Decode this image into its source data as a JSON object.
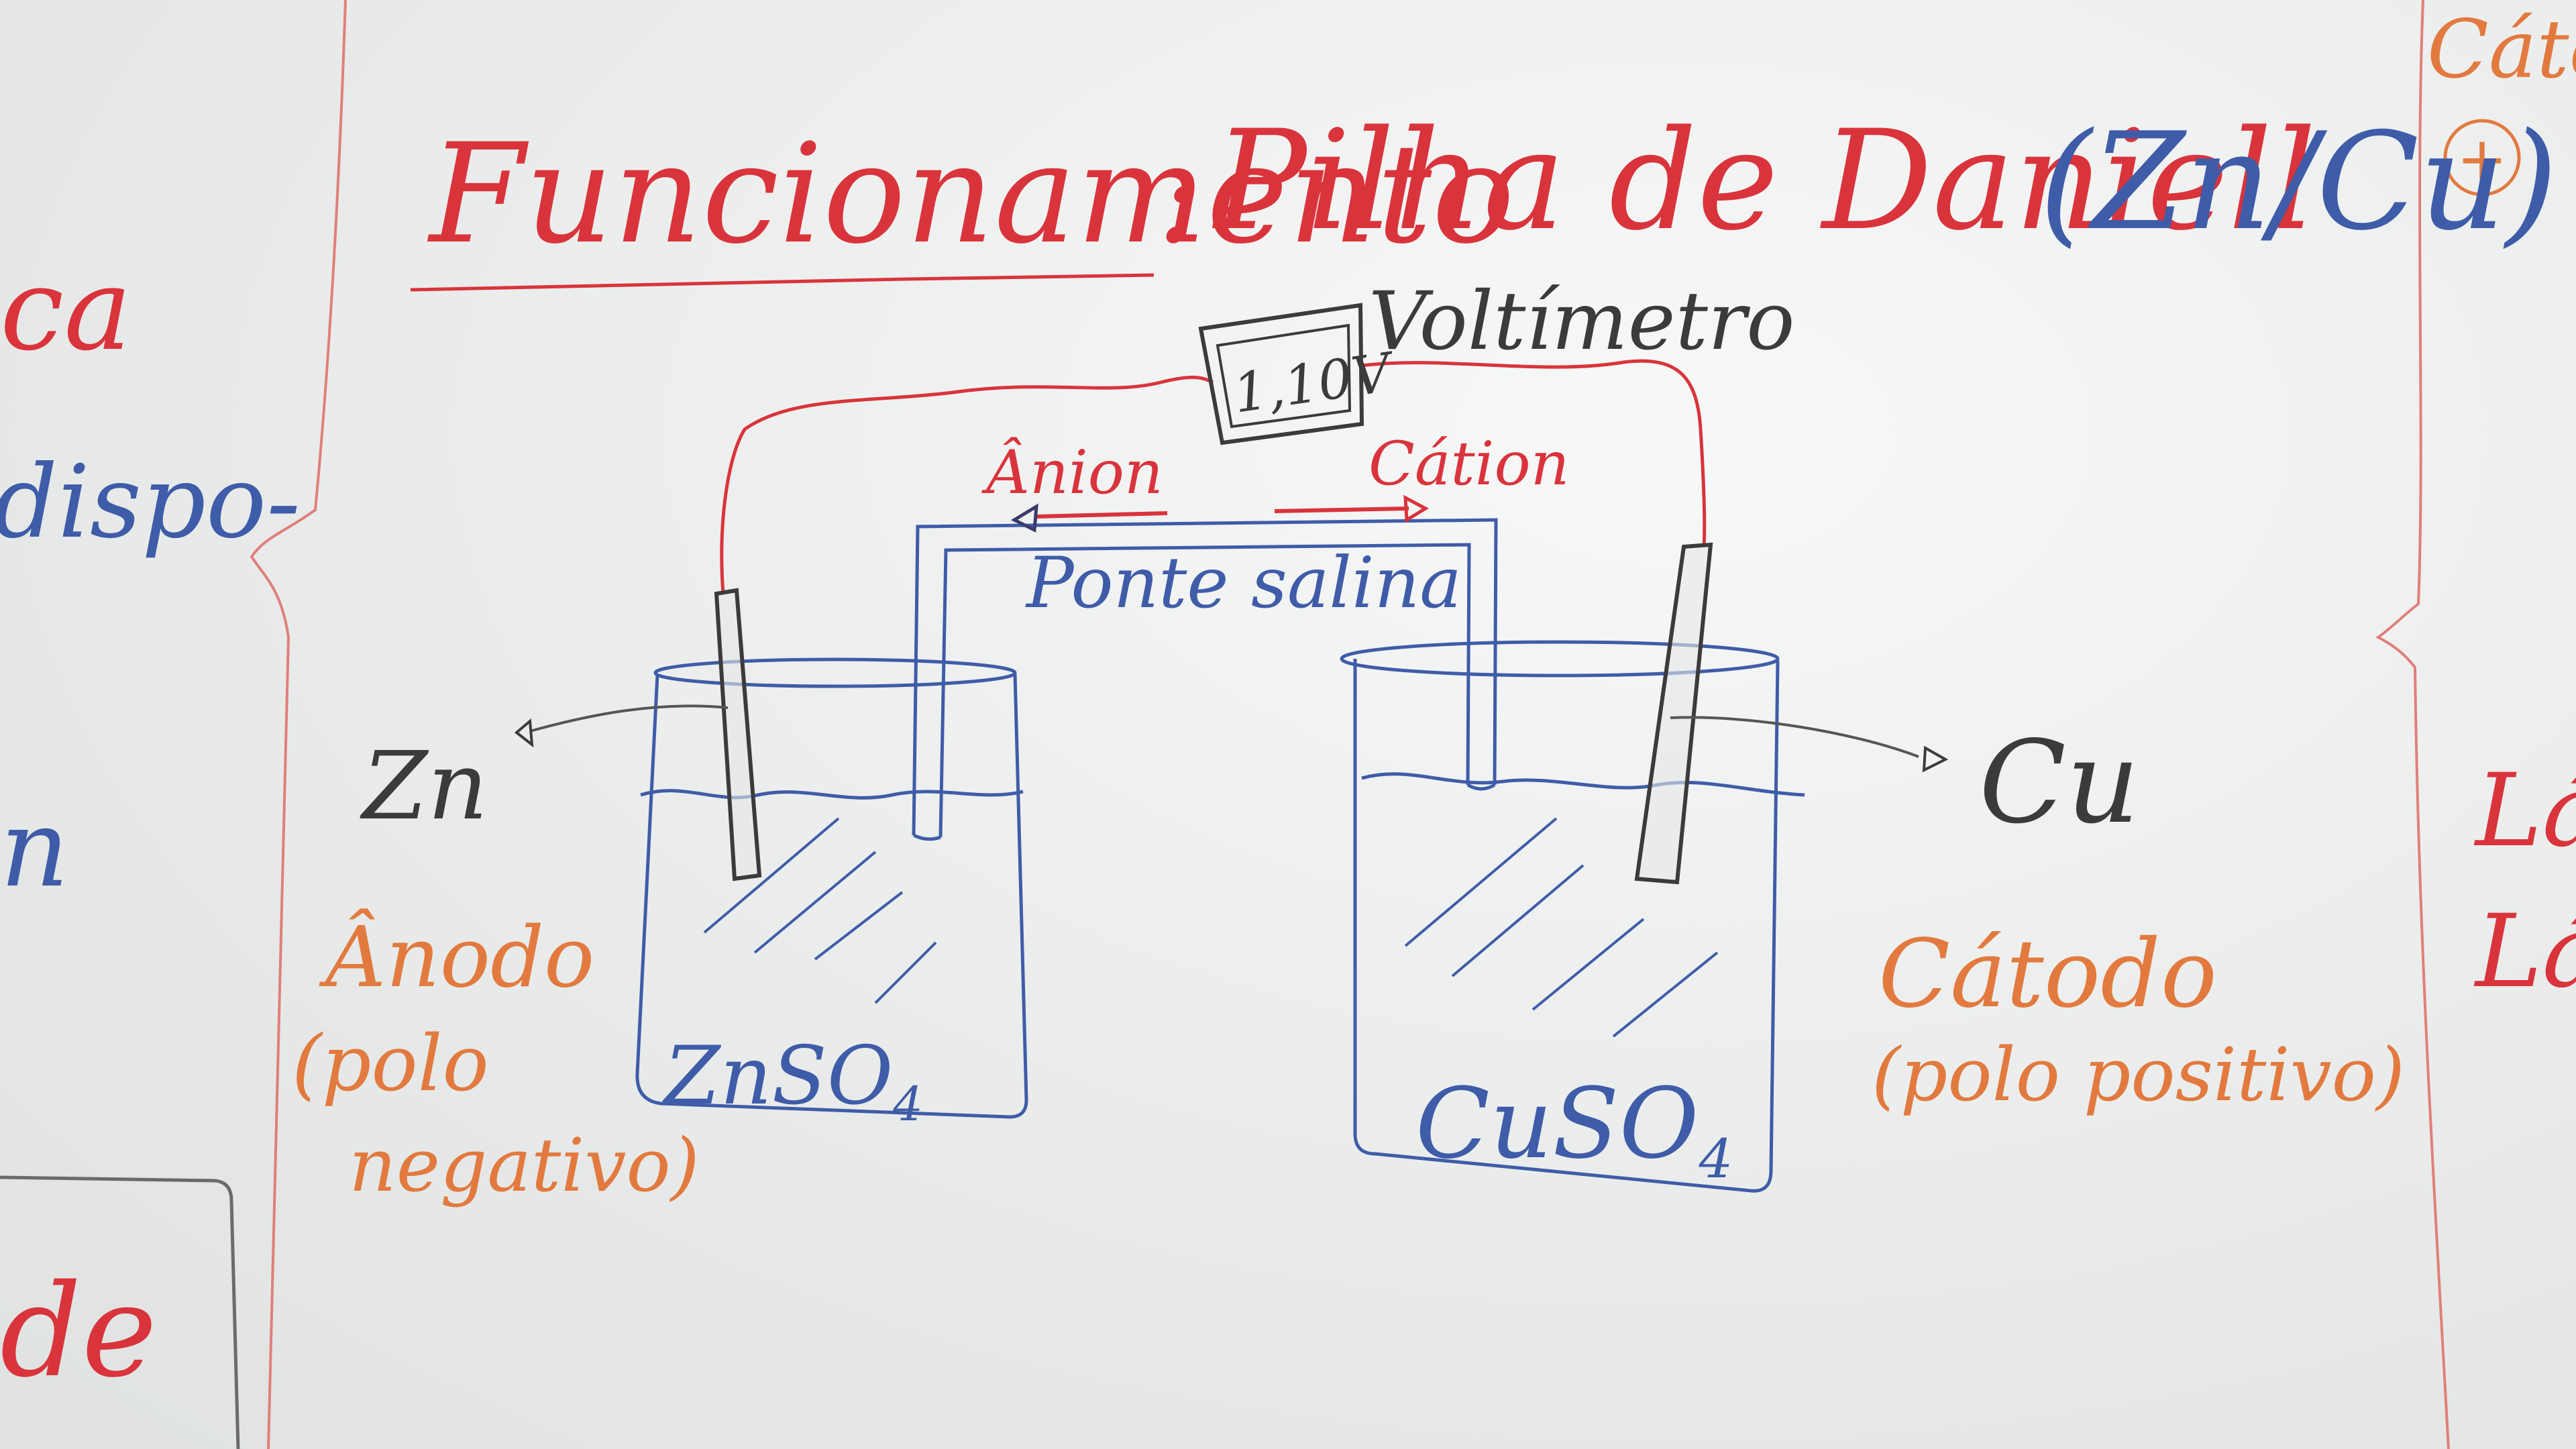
{
  "title": {
    "main": "Funcionamento",
    "colon": ":",
    "subject": "Pilha de Daniell",
    "pair": "(Zn/Cu)"
  },
  "voltmeter": {
    "reading": "1,10V",
    "label": "Voltímetro"
  },
  "salt_bridge": {
    "label": "Ponte salina",
    "anion": "Ânion",
    "cation": "Cátion"
  },
  "left_cell": {
    "electrode": "Zn",
    "solution_main": "ZnSO",
    "solution_sub": "4",
    "role": "Ânodo",
    "polarity_line1": "(polo",
    "polarity_line2": "negativo)"
  },
  "right_cell": {
    "electrode": "Cu",
    "solution_main": "CuSO",
    "solution_sub": "4",
    "role": "Cátodo",
    "polarity": "(polo positivo)"
  },
  "margin_left": {
    "fragment_1": "ca",
    "fragment_2": "dispo-",
    "fragment_3": "n",
    "fragment_4": "de"
  },
  "margin_right": {
    "fragment_1": "Cátodo",
    "fragment_2": "+",
    "fragment_3": "Lá",
    "fragment_4": "Lá"
  },
  "colors": {
    "red_marker": "#d9343c",
    "blue_marker": "#3f5ca8",
    "orange_marker": "#e27a3f",
    "black_marker": "#3b3b3b"
  }
}
